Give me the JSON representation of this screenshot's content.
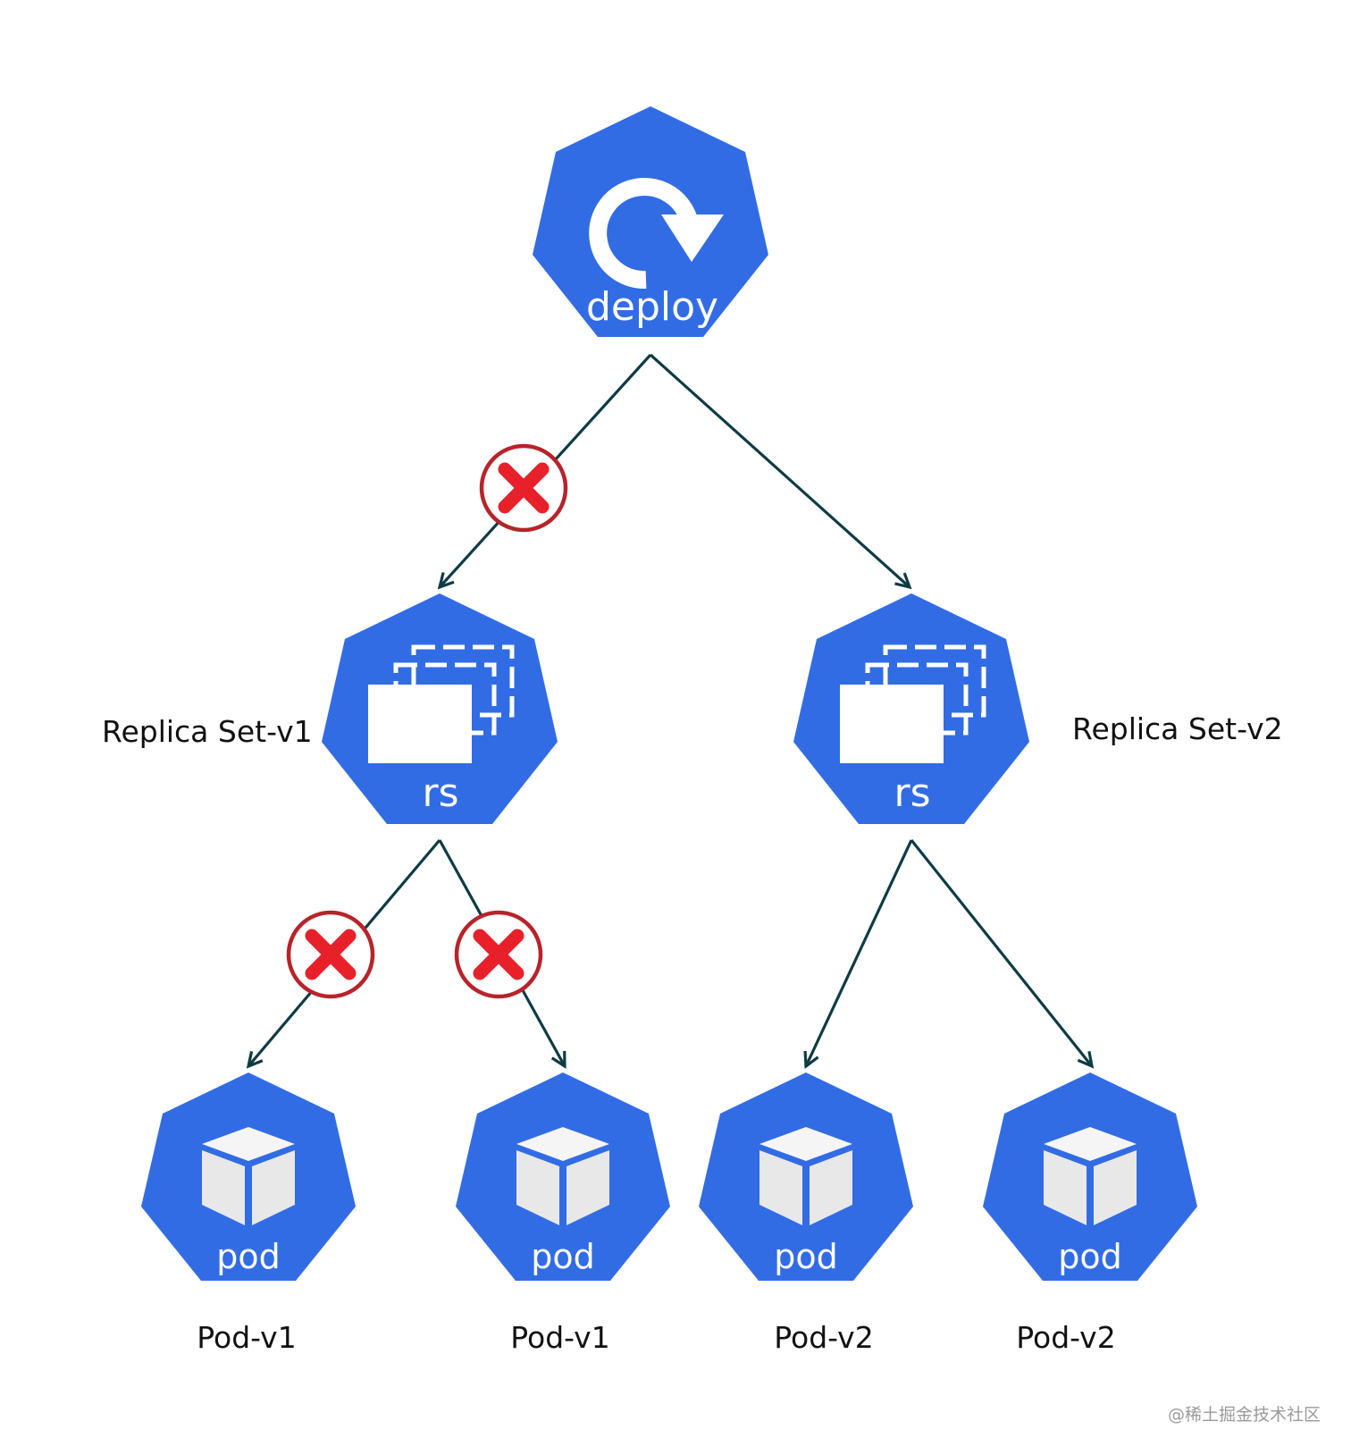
{
  "nodes": {
    "deploy": {
      "label": "deploy"
    },
    "rs_v1": {
      "label": "rs",
      "caption": "Replica Set-v1"
    },
    "rs_v2": {
      "label": "rs",
      "caption": "Replica Set-v2"
    },
    "pods": [
      {
        "label": "pod",
        "caption": "Pod-v1"
      },
      {
        "label": "pod",
        "caption": "Pod-v1"
      },
      {
        "label": "pod",
        "caption": "Pod-v2"
      },
      {
        "label": "pod",
        "caption": "Pod-v2"
      }
    ]
  },
  "edges": [
    {
      "from": "deploy",
      "to": "rs_v1",
      "blocked": true
    },
    {
      "from": "deploy",
      "to": "rs_v2",
      "blocked": false
    },
    {
      "from": "rs_v1",
      "to": "pod_1",
      "blocked": true
    },
    {
      "from": "rs_v1",
      "to": "pod_2",
      "blocked": true
    },
    {
      "from": "rs_v2",
      "to": "pod_3",
      "blocked": false
    },
    {
      "from": "rs_v2",
      "to": "pod_4",
      "blocked": false
    }
  ],
  "colors": {
    "node_fill": "#326ce5",
    "edge": "#0f3b44",
    "blocked_ring": "#b8232a",
    "blocked_x": "#e8202a",
    "icon": "#ffffff",
    "pod_icon": "#eeeeee"
  },
  "icons": {
    "deploy": "refresh-arrow-icon",
    "rs": "stacked-pages-icon",
    "pod": "cube-icon",
    "blocked": "cross-icon"
  },
  "watermark": "@稀土掘金技术社区"
}
